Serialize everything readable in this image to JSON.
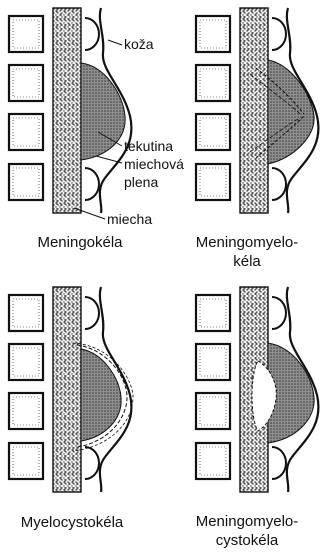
{
  "panels": [
    {
      "id": "meningokela",
      "caption_lines": [
        "Meningokéla"
      ],
      "type": "meningocele"
    },
    {
      "id": "meningomyelokela",
      "caption_lines": [
        "Meningomyelo-",
        "kéla"
      ],
      "type": "meningomyelocele"
    },
    {
      "id": "myelocystokela",
      "caption_lines": [
        "Myelocystokéla"
      ],
      "type": "myelocystocele"
    },
    {
      "id": "meningomyelocystokela",
      "caption_lines": [
        "Meningomyelo-",
        "cystokéla"
      ],
      "type": "meningomyelocystocele"
    }
  ],
  "labels": {
    "koza": "koža",
    "tekutina": "tekutina",
    "miechova": "miechová",
    "plena": "plena",
    "miecha": "miecha"
  },
  "colors": {
    "ink": "#111111",
    "fluid": "#8a8a8a",
    "cord": "#cfcfcf"
  }
}
